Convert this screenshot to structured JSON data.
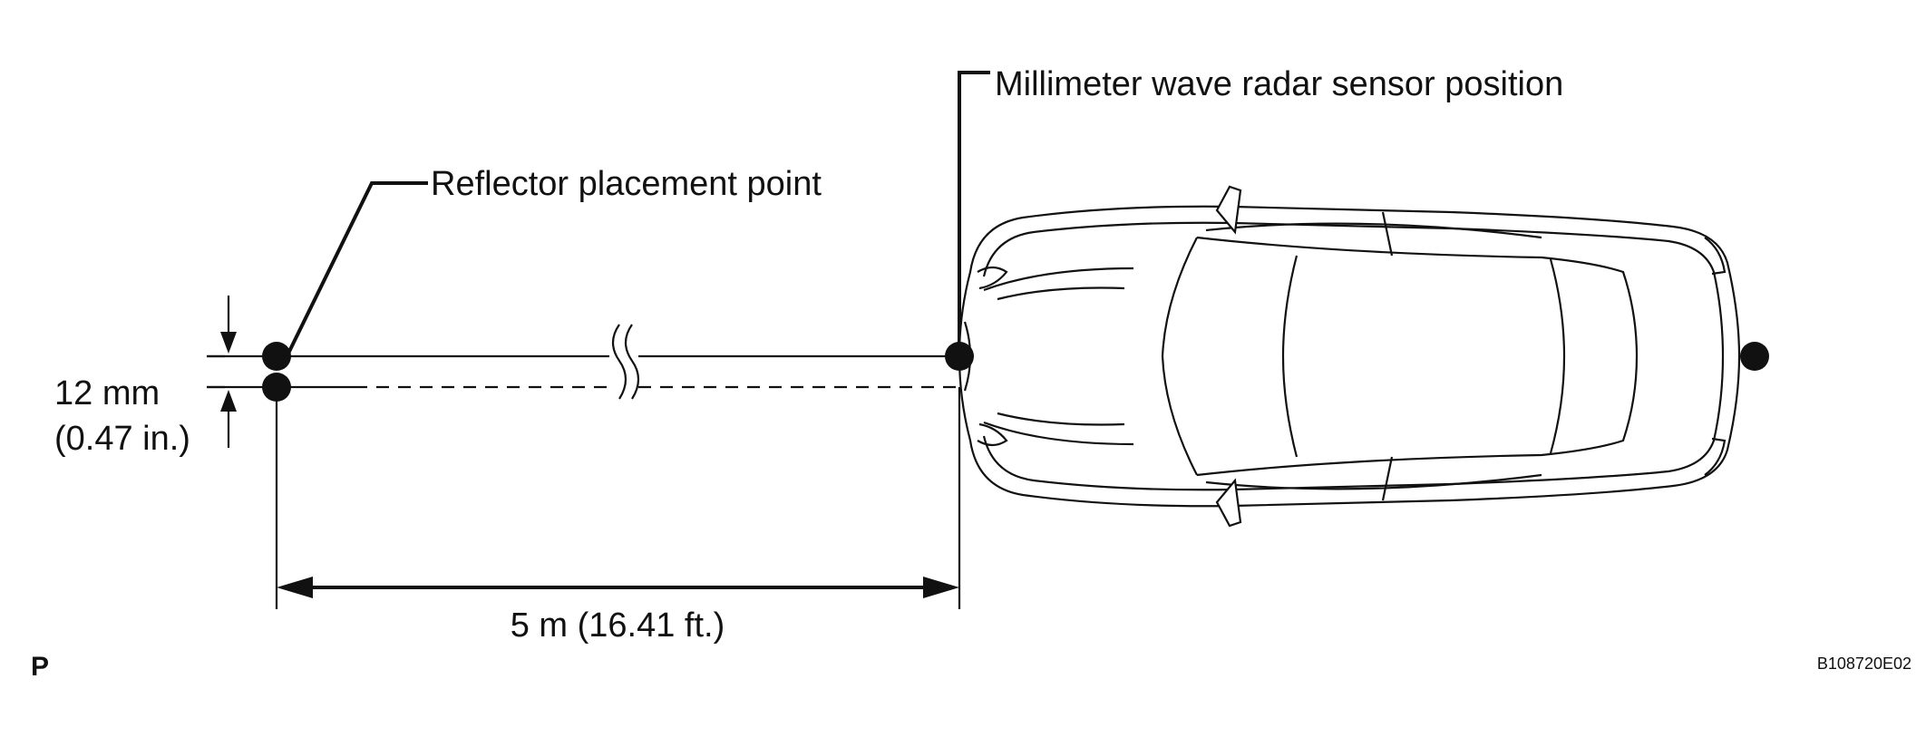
{
  "labels": {
    "sensor_position": "Millimeter wave radar sensor position",
    "reflector_point": "Reflector placement point",
    "offset_mm": "12 mm",
    "offset_in": "(0.47 in.)",
    "distance": "5 m (16.41 ft.)",
    "corner_letter": "P",
    "figure_code": "B108720E02"
  },
  "colors": {
    "line": "#111111",
    "background": "#ffffff"
  }
}
